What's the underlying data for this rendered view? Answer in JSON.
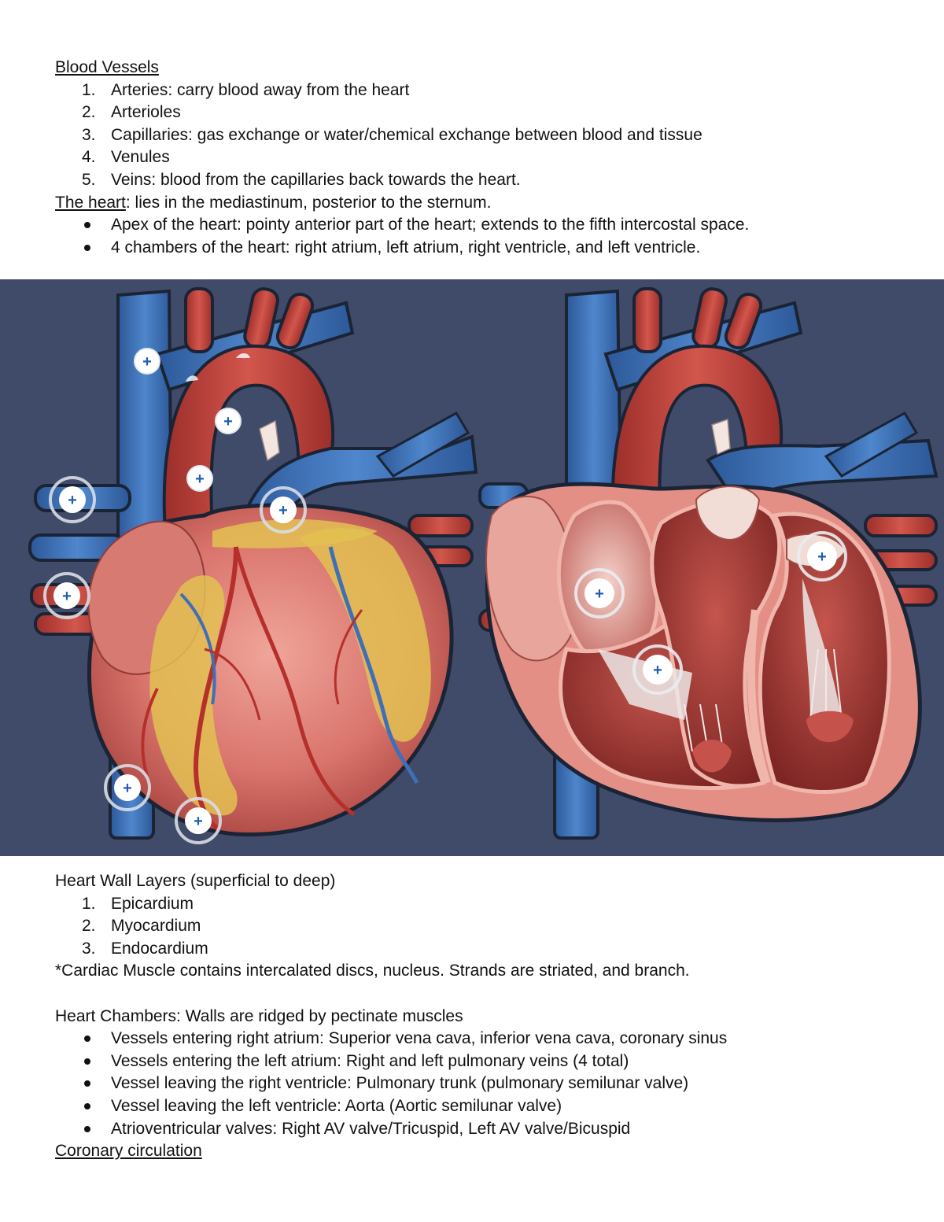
{
  "blood_vessels": {
    "heading": "Blood Vessels",
    "items": [
      {
        "num": "1.",
        "text": "Arteries: carry blood away from the heart"
      },
      {
        "num": "2.",
        "text": "Arterioles"
      },
      {
        "num": "3.",
        "text": "Capillaries: gas exchange or water/chemical exchange between blood and tissue"
      },
      {
        "num": "4.",
        "text": "Venules"
      },
      {
        "num": "5.",
        "text": "Veins: blood from the capillaries back towards the heart."
      }
    ]
  },
  "heart": {
    "heading": "The heart",
    "desc": ": lies in the mediastinum, posterior to the sternum.",
    "bullets": [
      "Apex of the heart: pointy anterior part of the heart; extends to the fifth intercostal space.",
      "4 chambers of the heart: right atrium, left atrium, right ventricle, and left ventricle."
    ]
  },
  "figure": {
    "hotspot_symbol": "+",
    "colors": {
      "background": "#3f4b69",
      "vein": "#3e6fb7",
      "artery": "#c8413a",
      "fat": "#e3c152",
      "muscle": "#d9746c",
      "hotspot": "#1e5fb0"
    }
  },
  "wall_layers": {
    "heading": "Heart Wall Layers (superficial to deep)",
    "items": [
      {
        "num": "1.",
        "text": "Epicardium"
      },
      {
        "num": "2.",
        "text": "Myocardium"
      },
      {
        "num": "3.",
        "text": "Endocardium"
      }
    ],
    "note": "*Cardiac Muscle contains intercalated discs, nucleus. Strands are striated, and branch."
  },
  "chambers": {
    "heading": "Heart Chambers: Walls are ridged by pectinate muscles",
    "bullets": [
      "Vessels entering right atrium: Superior vena cava, inferior vena cava, coronary sinus",
      "Vessels entering the left atrium: Right and left pulmonary veins (4 total)",
      "Vessel leaving the right ventricle: Pulmonary trunk (pulmonary semilunar valve)",
      "Vessel leaving the left ventricle: Aorta (Aortic semilunar valve)",
      "Atrioventricular valves: Right AV valve/Tricuspid, Left AV valve/Bicuspid"
    ]
  },
  "coronary": {
    "heading": "Coronary circulation"
  }
}
